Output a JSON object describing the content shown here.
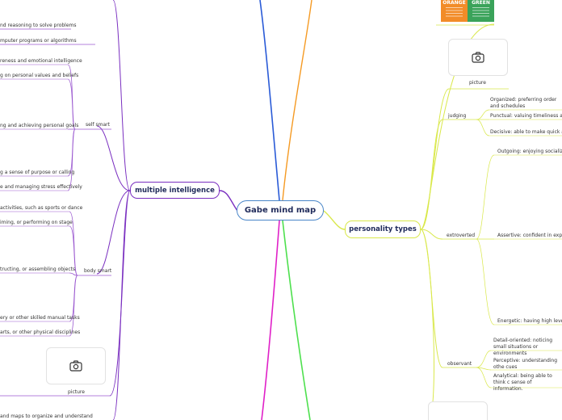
{
  "central": {
    "title": "Gabe mind map"
  },
  "multiple_intelligence": {
    "title": "multiple intelligence",
    "top_items": [
      "nd reasoning to solve problems",
      "mputer programs or algorithms"
    ],
    "self_smart": {
      "label": "self smart",
      "items": [
        "reness and emotional intelligence",
        "g on personal values and beliefs",
        "ng and achieving personal goals",
        "g a sense of purpose or calling",
        "e and managing stress effectively"
      ]
    },
    "body_smart": {
      "label": "body smart",
      "items": [
        "activities, such as sports or dance",
        "iming, or performing on stage",
        "tructing, or assembling objects",
        "ery or other skilled manual tasks",
        "arts, or other physical disciplines"
      ]
    },
    "picture_label": "picture",
    "bottom_item": "and maps to organize and understand"
  },
  "personality_types": {
    "title": "personality types",
    "picture_label": "picture",
    "banner": {
      "left": "ORANGE",
      "right": "GREEN"
    },
    "judging": {
      "label": "judging",
      "items": [
        "Organized: preferring order and schedules",
        "Punctual: valuing timeliness and",
        "Decisive: able to make quick and"
      ]
    },
    "extroverted": {
      "label": "extroverted",
      "items": [
        "Outgoing: enjoying socializing",
        "Assertive: confident in expre",
        "Energetic: having high levels"
      ]
    },
    "observant": {
      "label": "observant",
      "items": [
        "Detail-oriented: noticing small situations or environments",
        "Perceptive: understanding othe cues",
        "Analytical: being able to think c sense of information."
      ]
    }
  },
  "colors": {
    "purple": "#7a2fc0",
    "violet": "#9b59d0",
    "lime": "#d9e84a",
    "blue": "#2a5bd7",
    "orange": "#f59a23",
    "green": "#4ee04e",
    "magenta": "#e020c8",
    "teal": "#2bb58a"
  },
  "icons": [
    "camera-icon"
  ]
}
